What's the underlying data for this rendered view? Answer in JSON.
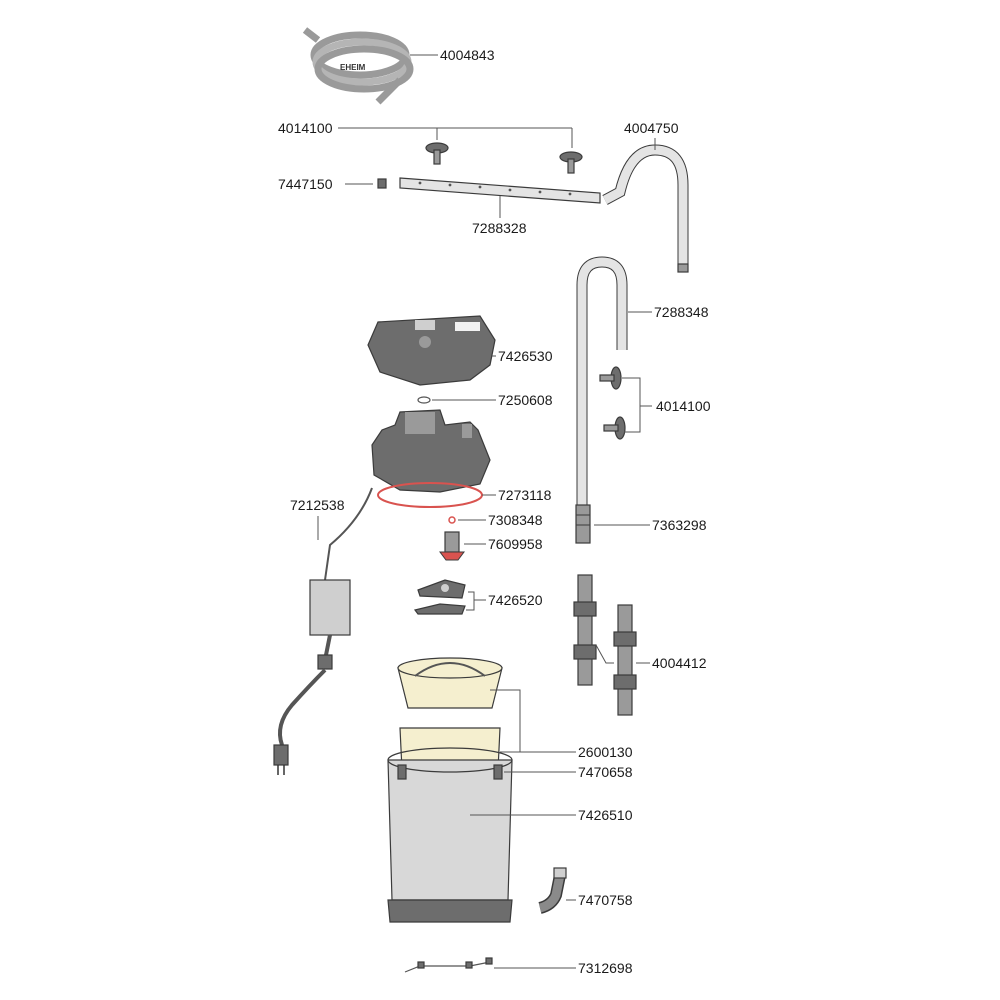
{
  "hose_brand": "EHEIM",
  "colors": {
    "seal_ring": "#d9534f",
    "cream_basket": "#f5efcf",
    "housing_dark": "#6d6d6d",
    "tube": "#e4e4e4"
  },
  "labels": {
    "p4004843": "4004843",
    "p4014100_top": "4014100",
    "p4004750": "4004750",
    "p7447150": "7447150",
    "p7288328": "7288328",
    "p7288348": "7288348",
    "p7426530": "7426530",
    "p4014100_right": "4014100",
    "p7250608": "7250608",
    "p7273118": "7273118",
    "p7212538": "7212538",
    "p7308348": "7308348",
    "p7363298": "7363298",
    "p7609958": "7609958",
    "p7426520": "7426520",
    "p4004412": "4004412",
    "p2600130": "2600130",
    "p7470658": "7470658",
    "p7426510": "7426510",
    "p7470758": "7470758",
    "p7312698": "7312698"
  }
}
